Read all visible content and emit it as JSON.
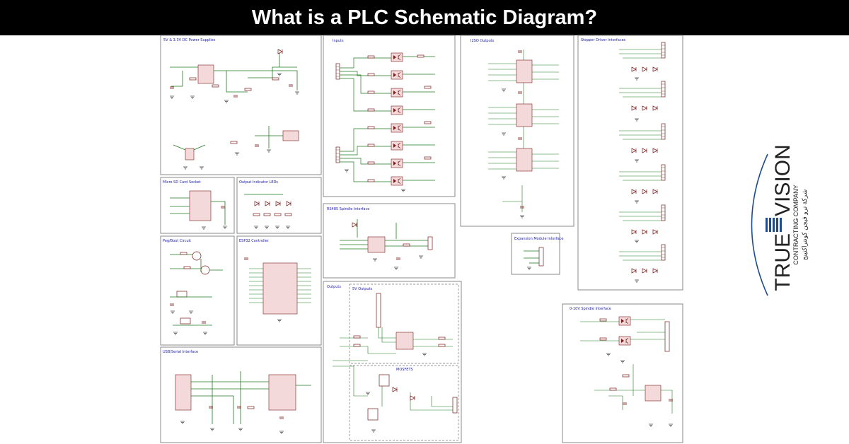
{
  "title": "What is a PLC Schematic Diagram?",
  "panels": {
    "power": "5V & 3.3V DC Power Supplies",
    "inputs": "Inputs",
    "i2so": "I2SO Outputs",
    "stepper": "Stepper Driver Interfaces",
    "sdcard": "Micro SD Card Socket",
    "leds": "Output Indicator LEDs",
    "rs485": "RS485 Spindle Interface",
    "expansion": "Expansion Module Interface",
    "pegboot": "Peg/Boot Circuit",
    "esp32": "ESP32 Controller",
    "outputs": "Outputs",
    "fivev": "5V Outputs",
    "mosfets": "MOSFETS",
    "spindle10v": "0-10V Spindle Interface",
    "usb": "USB/Serial Interface"
  },
  "logo": {
    "brand_top": "TRUE",
    "brand_bottom": "VISION",
    "tagline": "CONTRACTING COMPANY",
    "arabic": "شركة ترو فيجن كونتراكتينج"
  },
  "colors": {
    "title_bg": "#000000",
    "title_text": "#ffffff",
    "wire": "#1f7a1f",
    "component": "#7a1a1a",
    "label": "#1a1aa8",
    "logo_blue": "#1e4c8c"
  }
}
